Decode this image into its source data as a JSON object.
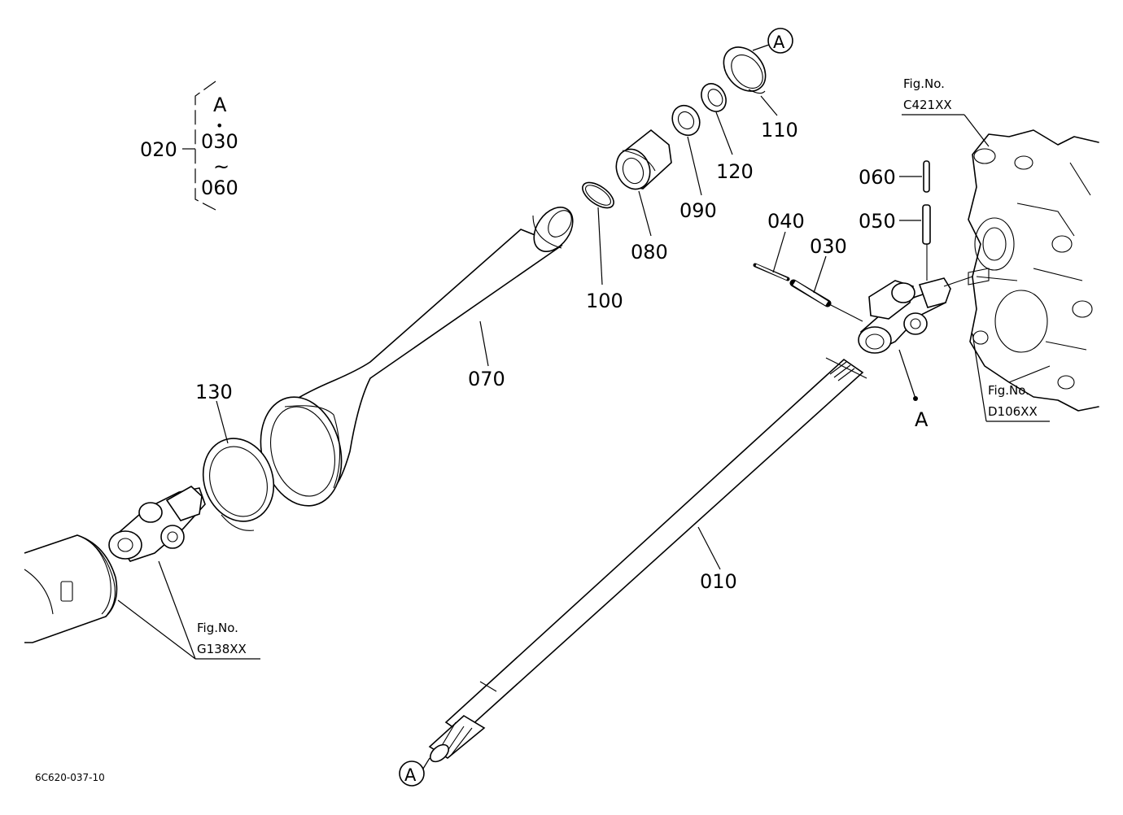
{
  "labels": {
    "p010": "010",
    "p020": "020",
    "p030": "030",
    "p040": "040",
    "p050": "050",
    "p060": "060",
    "p070": "070",
    "p080": "080",
    "p090": "090",
    "p100": "100",
    "p110": "110",
    "p120": "120",
    "p130": "130"
  },
  "group": {
    "top": "A",
    "dot": "•",
    "from": "030",
    "tilde": "~",
    "to": "060"
  },
  "refs": {
    "fig_label": "Fig.No.",
    "c421": "C421XX",
    "d106": "D106XX",
    "g138": "G138XX"
  },
  "markers": {
    "circle_a_top": "A",
    "circle_a_bottom": "A",
    "point_a": "A"
  },
  "drawing_code": "6C620-037-10"
}
